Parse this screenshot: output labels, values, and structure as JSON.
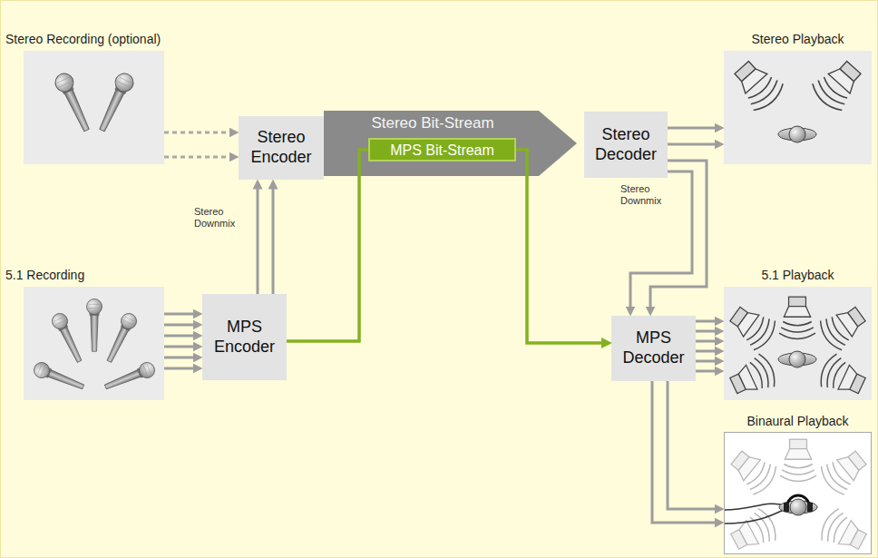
{
  "diagram": {
    "nodes": [
      {
        "text": [
          "Stereo Recording (optional)"
        ]
      },
      {
        "text": [
          "Stereo Encoder"
        ]
      },
      {
        "text": [
          "Stereo Bit-Stream"
        ]
      },
      {
        "text": [
          "MPS Bit-Stream"
        ],
        "in": 2
      },
      {
        "text": [
          "Stereo Decoder"
        ]
      },
      {
        "text": [
          "Stereo Playback"
        ]
      },
      {
        "text": [
          "5.1 Recording"
        ]
      },
      {
        "text": [
          "MPS Encoder"
        ]
      },
      {
        "text": [
          "MPS Decoder"
        ]
      },
      {
        "text": [
          "5.1 Playback"
        ]
      },
      {
        "text": [
          "Binaural Playback"
        ]
      }
    ],
    "edges": [
      {
        "from": 0,
        "to": 1,
        "arrow": "to"
      },
      {
        "from": 0,
        "to": 1,
        "arrow": "to"
      },
      {
        "from": 7,
        "to": 1,
        "arrow": "to",
        "label": "Stereo Downmix"
      },
      {
        "from": 7,
        "to": 1,
        "arrow": "to"
      },
      {
        "from": 7,
        "to": 3,
        "arrow": "none"
      },
      {
        "from": 3,
        "to": 8,
        "arrow": "to"
      },
      {
        "from": 4,
        "to": 5,
        "arrow": "to"
      },
      {
        "from": 4,
        "to": 5,
        "arrow": "to"
      },
      {
        "from": 4,
        "to": 8,
        "arrow": "to",
        "label": "Stereo Downmix"
      },
      {
        "from": 4,
        "to": 8,
        "arrow": "to"
      },
      {
        "from": 6,
        "to": 7,
        "arrow": "to"
      },
      {
        "from": 6,
        "to": 7,
        "arrow": "to"
      },
      {
        "from": 6,
        "to": 7,
        "arrow": "to"
      },
      {
        "from": 6,
        "to": 7,
        "arrow": "to"
      },
      {
        "from": 6,
        "to": 7,
        "arrow": "to"
      },
      {
        "from": 6,
        "to": 7,
        "arrow": "to"
      },
      {
        "from": 8,
        "to": 9,
        "arrow": "to"
      },
      {
        "from": 8,
        "to": 9,
        "arrow": "to"
      },
      {
        "from": 8,
        "to": 9,
        "arrow": "to"
      },
      {
        "from": 8,
        "to": 9,
        "arrow": "to"
      },
      {
        "from": 8,
        "to": 9,
        "arrow": "to"
      },
      {
        "from": 8,
        "to": 9,
        "arrow": "to"
      },
      {
        "from": 8,
        "to": 10,
        "arrow": "to"
      },
      {
        "from": 8,
        "to": 10,
        "arrow": "to"
      }
    ]
  }
}
